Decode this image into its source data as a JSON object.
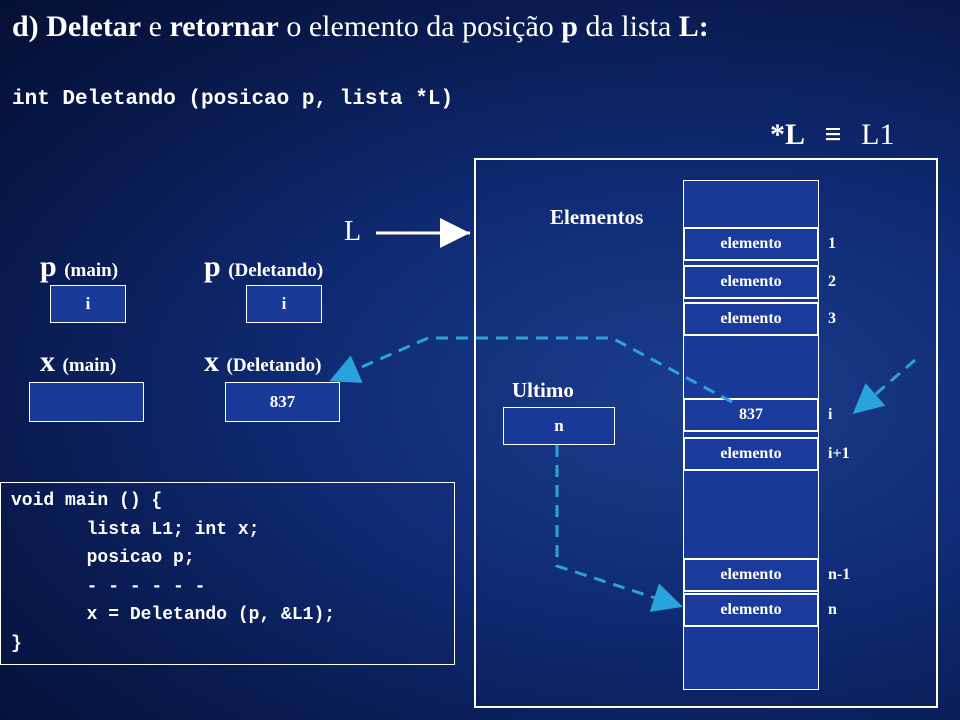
{
  "title": {
    "prefix": "d) ",
    "w1": "Deletar",
    "w2": " e ",
    "w3": "retornar",
    "w4": " o elemento da posição ",
    "w5": "p",
    "w6": " da lista ",
    "w7": "L:"
  },
  "signature": "int Deletando (posicao p, lista *L)",
  "alias": {
    "lhs": "*L",
    "symbol": "≡",
    "rhs": "L1"
  },
  "pointer_label": "L",
  "vars": {
    "p_main": {
      "name": "p",
      "scope": "(main)",
      "value": "i"
    },
    "p_del": {
      "name": "p",
      "scope": "(Deletando)",
      "value": "i"
    },
    "x_main": {
      "name": "x",
      "scope": "(main)",
      "value": ""
    },
    "x_del": {
      "name": "x",
      "scope": "(Deletando)",
      "value": "837"
    }
  },
  "list": {
    "elementos_label": "Elementos",
    "ultimo_label": "Ultimo",
    "ultimo_value": "n",
    "cells": [
      {
        "value": "elemento",
        "index": "1"
      },
      {
        "value": "elemento",
        "index": "2"
      },
      {
        "value": "elemento",
        "index": "3"
      },
      {
        "value": "837",
        "index": "i"
      },
      {
        "value": "elemento",
        "index": "i+1"
      },
      {
        "value": "elemento",
        "index": "n-1"
      },
      {
        "value": "elemento",
        "index": "n"
      }
    ]
  },
  "code": [
    "void main () {",
    "       lista L1; int x;",
    "       posicao p;",
    "       - - - - - -",
    "       x = Deletando (p, &L1);",
    "}"
  ],
  "colors": {
    "arrow": "#29a3dc",
    "accent_box": "#1a3a9a"
  }
}
